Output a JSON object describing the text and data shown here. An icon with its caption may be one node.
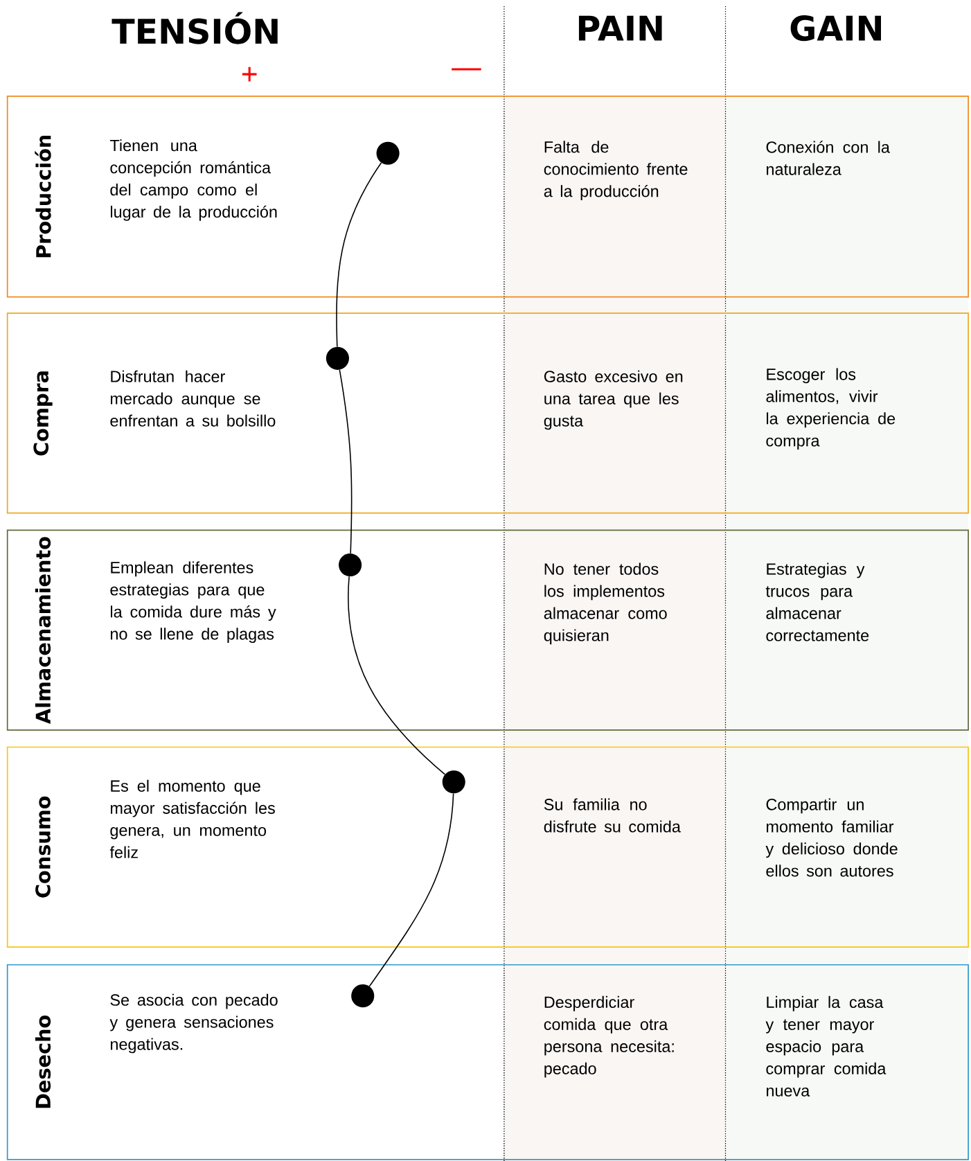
{
  "diagram": {
    "nodes": [
      {
        "text": [
          "Producción",
          "Tienen una concepción romántica del campo como el lugar de la producción",
          "Falta de conocimiento frente a la producción",
          "Conexión con la naturaleza"
        ]
      },
      {
        "text": [],
        "shape": "circle",
        "in": 0
      },
      {
        "text": [
          "Compra",
          "Disfrutan hacer mercado aunque se enfrentan a su bolsillo",
          "Gasto excesivo en una tarea que les gusta",
          "Escoger los alimentos, vivir la experiencia de compra"
        ]
      },
      {
        "text": [],
        "shape": "circle",
        "in": 2
      },
      {
        "text": [
          "Almacenamiento",
          "Emplean diferentes estrategias para que la comida dure más y no se llene de plagas",
          "No tener todos los implementos almacenar como quisieran",
          "Estrategias y trucos para almacenar correctamente"
        ]
      },
      {
        "text": [],
        "shape": "circle",
        "in": 4
      },
      {
        "text": [
          "Consumo",
          "Es el momento que mayor satisfacción les genera, un momento feliz",
          "Su familia no disfrute su comida",
          "Compartir un momento familiar y delicioso donde ellos son autores"
        ]
      },
      {
        "text": [],
        "shape": "circle",
        "in": 6
      },
      {
        "text": [
          "Desecho",
          "Se asocia con pecado y genera sensaciones negativas.",
          "Desperdiciar comida que otra persona necesita: pecado",
          "Limpiar la casa y tener mayor espacio para comprar comida nueva"
        ]
      },
      {
        "text": [],
        "shape": "circle",
        "in": 8
      }
    ],
    "edges": [
      {
        "from": 1,
        "to": 3,
        "arrow": "none"
      },
      {
        "from": 3,
        "to": 5,
        "arrow": "none"
      },
      {
        "from": 5,
        "to": 7,
        "arrow": "none"
      },
      {
        "from": 7,
        "to": 9,
        "arrow": "none"
      }
    ],
    "labels": [
      "TENSIÓN",
      "PAIN",
      "GAIN",
      "+",
      "—"
    ]
  }
}
